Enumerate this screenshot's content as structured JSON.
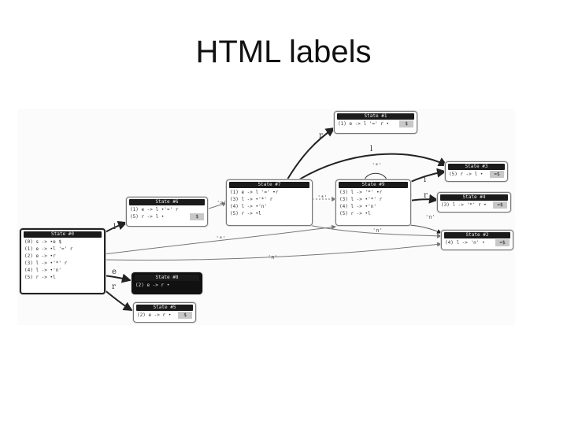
{
  "slide": {
    "title": "HTML labels"
  },
  "states": [
    {
      "id": "s0",
      "title": "State #0",
      "rows": [
        "(0) s -> •e $",
        "(1) e -> •l '=' r",
        "(2) e -> •r",
        "(3) l -> •'*' r",
        "(4) l -> •'n'",
        "(5) r -> •l"
      ]
    },
    {
      "id": "s1",
      "title": "State #1",
      "rows": [
        {
          "text": "(1) e -> l '=' r •",
          "la": "$"
        }
      ]
    },
    {
      "id": "s2",
      "title": "State #2",
      "rows": [
        {
          "text": "(4) l -> 'n' •",
          "la": "=$"
        }
      ]
    },
    {
      "id": "s3",
      "title": "State #3",
      "rows": [
        {
          "text": "(5) r -> l •",
          "la": "=$"
        }
      ]
    },
    {
      "id": "s4",
      "title": "State #4",
      "rows": [
        {
          "text": "(3) l -> '*' r •",
          "la": "=$"
        }
      ]
    },
    {
      "id": "s5",
      "title": "State #5",
      "rows": [
        {
          "text": "(2) e -> r •",
          "la": "$"
        }
      ]
    },
    {
      "id": "s6",
      "title": "State #6",
      "rows": [
        {
          "text": "(1) e -> l •'=' r",
          "la": ""
        },
        {
          "text": "(5) r -> l •",
          "la": "$"
        }
      ]
    },
    {
      "id": "s7",
      "title": "State #7",
      "rows": [
        "(1) e -> l '=' •r",
        "(3) l -> •'*' r",
        "(4) l -> •'n'",
        "(5) r -> •l"
      ]
    },
    {
      "id": "s8",
      "title": "State #8",
      "rows": [
        {
          "text": "(2) e -> r •",
          "la": ""
        }
      ]
    },
    {
      "id": "s9",
      "title": "State #9",
      "rows": [
        "(3) l -> '*' •r",
        "(3) l -> •'*' r",
        "(4) l -> •'n'",
        "(5) r -> •l"
      ]
    }
  ],
  "edges": {
    "r_top": "r",
    "l_top": "l",
    "l_s3": "l",
    "r_s4": "r",
    "n_s2": "'n'",
    "n_s0": "'n'",
    "star_loop": "'*'",
    "eq": "'='",
    "star_s9": "'*'",
    "l_s6": "l",
    "e": "e",
    "r_bottom": "r",
    "star_long": "'*'",
    "n_mid": "'n'"
  }
}
